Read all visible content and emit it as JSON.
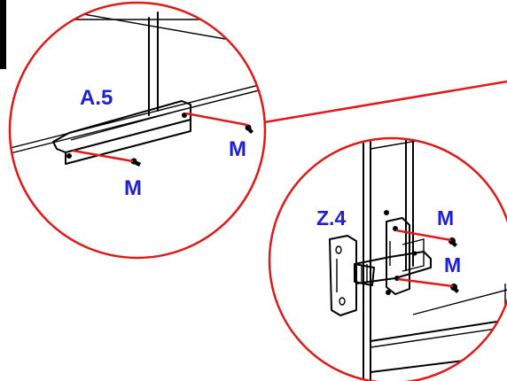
{
  "detail_top": {
    "part_label": "A.5",
    "screw_label_right": "M",
    "screw_label_bottom": "M"
  },
  "detail_bottom": {
    "part_label": "Z.4",
    "screw_label_top": "M",
    "screw_label_bottom": "M"
  },
  "colors": {
    "callout_circle": "#e01818",
    "label_text": "#1f1fd6",
    "line_art": "#000000"
  }
}
